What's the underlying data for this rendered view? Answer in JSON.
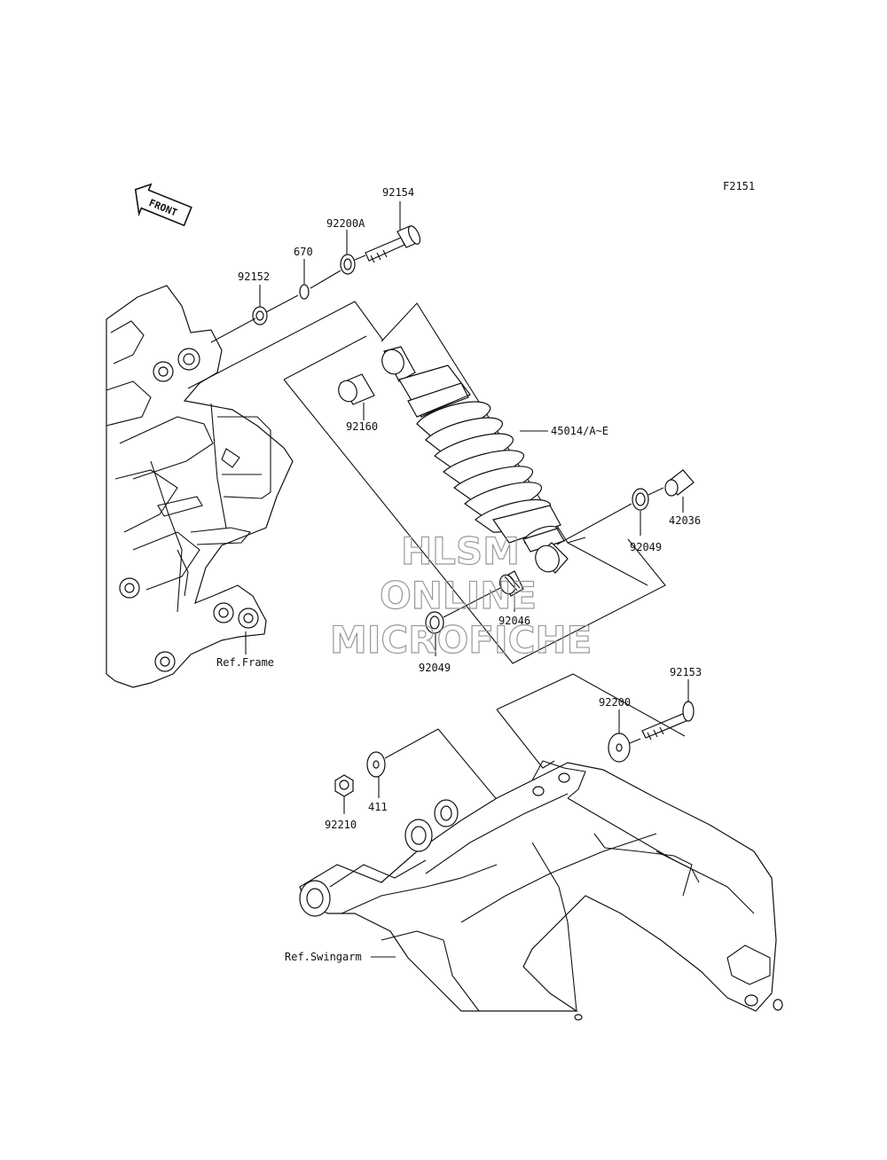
{
  "figure_code": "F2151",
  "front_label": "FRONT",
  "watermark": {
    "line1": "HLSM",
    "line2": "ONLINE",
    "line3": "MICROFICHE"
  },
  "references": {
    "frame": "Ref.Frame",
    "swingarm": "Ref.Swingarm"
  },
  "parts": [
    {
      "id": "92154",
      "label": "92154"
    },
    {
      "id": "92200A",
      "label": "92200A"
    },
    {
      "id": "670",
      "label": "670"
    },
    {
      "id": "92152",
      "label": "92152"
    },
    {
      "id": "92160",
      "label": "92160"
    },
    {
      "id": "45014",
      "label": "45014/A~E"
    },
    {
      "id": "92049a",
      "label": "92049"
    },
    {
      "id": "42036",
      "label": "42036"
    },
    {
      "id": "92046",
      "label": "92046"
    },
    {
      "id": "92049b",
      "label": "92049"
    },
    {
      "id": "92153",
      "label": "92153"
    },
    {
      "id": "92200",
      "label": "92200"
    },
    {
      "id": "92210",
      "label": "92210"
    },
    {
      "id": "411",
      "label": "411"
    }
  ]
}
